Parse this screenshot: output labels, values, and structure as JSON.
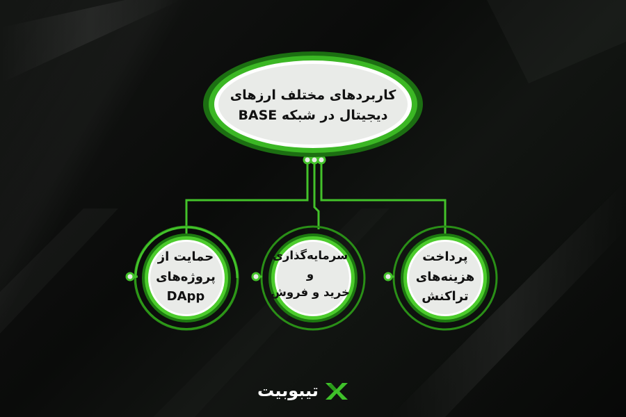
{
  "main": {
    "line1": "کاربردهای مختلف ارزهای",
    "line2": "دیجیتال در شبکه BASE"
  },
  "items": [
    {
      "line1": "حمایت از",
      "line2": "پروژه‌های",
      "line3": "DApp"
    },
    {
      "line1": "سرمایه‌گذاری و",
      "line2": "خرید و فروش"
    },
    {
      "line1": "پرداخت",
      "line2": "هزینه‌های",
      "line3": "تراکنش"
    }
  ],
  "logo": {
    "text": "تیبوبیت",
    "icon": "tebubit-logo-icon"
  },
  "colors": {
    "green": "#2fb21f",
    "lightGreen": "#52d334",
    "darkGreen": "#1e7a12",
    "bubble": "#e9ebe8"
  }
}
